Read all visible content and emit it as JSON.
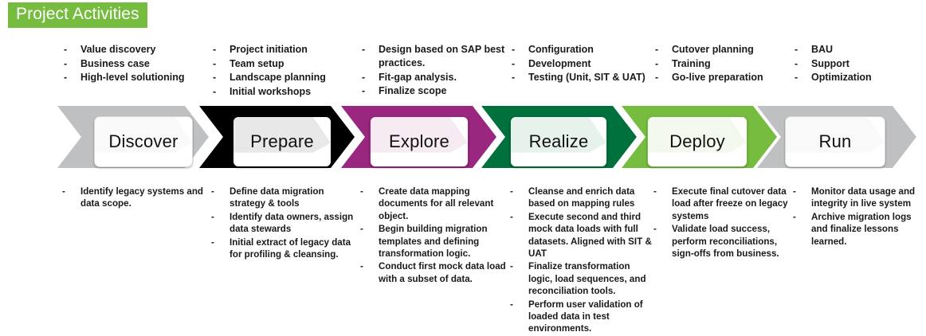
{
  "header": {
    "title": "Project Activities",
    "badge_color": "#76bc3f",
    "text_color": "#ffffff"
  },
  "phases": [
    {
      "name": "Discover",
      "color": "#bfc0c2",
      "border": "#d9d9d9",
      "activities": [
        "Value discovery",
        "Business case",
        "High-level solutioning"
      ],
      "data_tasks": [
        "Identify  legacy systems and data scope."
      ]
    },
    {
      "name": "Prepare",
      "color": "#000000",
      "border": "#000000",
      "activities": [
        "Project initiation",
        "Team setup",
        "Landscape planning",
        "Initial  workshops"
      ],
      "data_tasks": [
        "Define data migration strategy & tools",
        "Identify data owners, assign data stewards",
        "Initial  extract of legacy data for profiling & cleansing."
      ]
    },
    {
      "name": "Explore",
      "color": "#99267f",
      "border": "#99267f",
      "activities": [
        "Design based on  SAP best practices.",
        "Fit-gap analysis.",
        "Finalize scope"
      ],
      "data_tasks": [
        "Create data mapping documents for all relevant object.",
        "Begin building migration templates and defining transformation logic.",
        "Conduct first mock data load with a subset of data."
      ]
    },
    {
      "name": "Realize",
      "color": "#00703c",
      "border": "#00703c",
      "activities": [
        "Configuration",
        "Development",
        "Testing (Unit, SIT & UAT)"
      ],
      "data_tasks": [
        "Cleanse and enrich data based on mapping rules",
        "Execute second and third mock data loads with full datasets. Aligned with SIT & UAT",
        "Finalize transformation logic, load sequences, and reconciliation tools.",
        "Perform user validation of loaded data in test environments."
      ]
    },
    {
      "name": "Deploy",
      "color": "#76bc3f",
      "border": "#76bc3f",
      "activities": [
        "Cutover planning",
        "Training",
        "Go-live preparation"
      ],
      "data_tasks": [
        "Execute final cutover data load after freeze on legacy systems",
        "Validate load success, perform reconciliations, sign-offs from business."
      ]
    },
    {
      "name": "Run",
      "color": "#bfc0c2",
      "border": "#d9d9d9",
      "activities": [
        "BAU",
        "Support",
        "Optimization"
      ],
      "data_tasks": [
        "Monitor data usage and integrity in live system",
        "Archive migration logs and finalize lessons learned."
      ]
    }
  ]
}
